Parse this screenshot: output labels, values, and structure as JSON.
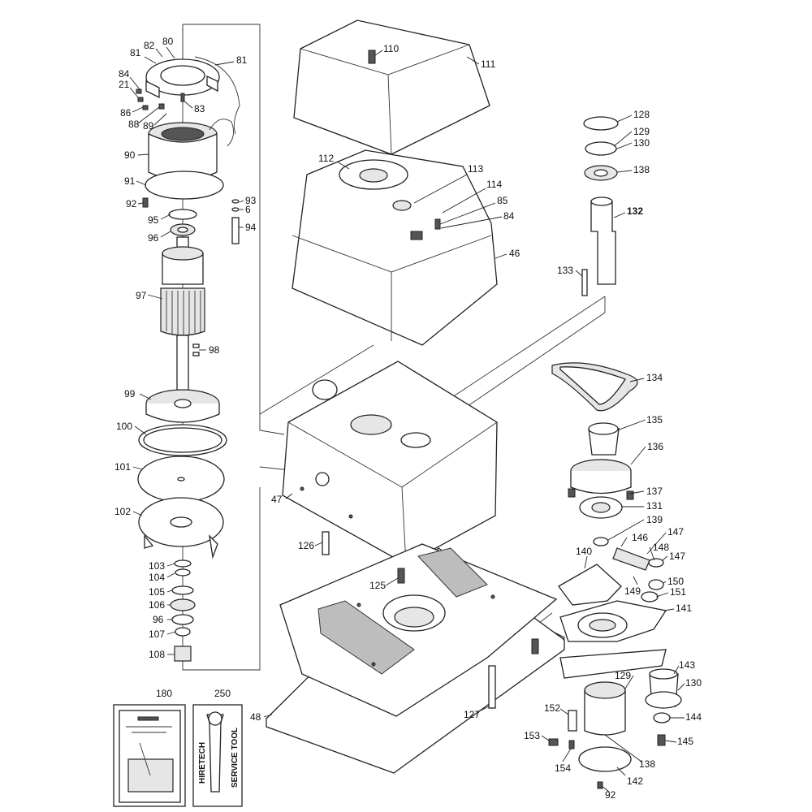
{
  "labels": {
    "p80": "80",
    "p82": "82",
    "p81a": "81",
    "p81b": "81",
    "p84a": "84",
    "p21": "21",
    "p86": "86",
    "p88": "88",
    "p89": "89",
    "p83": "83",
    "p90": "90",
    "p91": "91",
    "p92a": "92",
    "p93": "93",
    "p6": "6",
    "p95": "95",
    "p94": "94",
    "p96a": "96",
    "p97": "97",
    "p98": "98",
    "p99": "99",
    "p100": "100",
    "p101": "101",
    "p102": "102",
    "p103": "103",
    "p104": "104",
    "p105": "105",
    "p106": "106",
    "p96b": "96",
    "p107": "107",
    "p108": "108",
    "p110": "110",
    "p111": "111",
    "p112": "112",
    "p113": "113",
    "p114": "114",
    "p85": "85",
    "p84b": "84",
    "p46": "46",
    "p128": "128",
    "p129a": "129",
    "p130a": "130",
    "p138a": "138",
    "p132": "132",
    "p133": "133",
    "p134": "134",
    "p135": "135",
    "p136": "136",
    "p137": "137",
    "p131": "131",
    "p139": "139",
    "p146": "146",
    "p147a": "147",
    "p148": "148",
    "p147b": "147",
    "p140": "140",
    "p149": "149",
    "p150": "150",
    "p151": "151",
    "p141": "141",
    "p47": "47",
    "p126": "126",
    "p125": "125",
    "p143": "143",
    "p129b": "129",
    "p130b": "130",
    "p144": "144",
    "p145": "145",
    "p152": "152",
    "p153": "153",
    "p154": "154",
    "p138b": "138",
    "p142": "142",
    "p92b": "92",
    "p127": "127",
    "p48": "48",
    "p180": "180",
    "p250": "250"
  },
  "tool_card": {
    "brand": "HIRETECH",
    "tool_name": "SERVICE TOOL"
  },
  "icons": {
    "manual": "manual-booklet-icon",
    "spanner": "spanner-icon"
  }
}
